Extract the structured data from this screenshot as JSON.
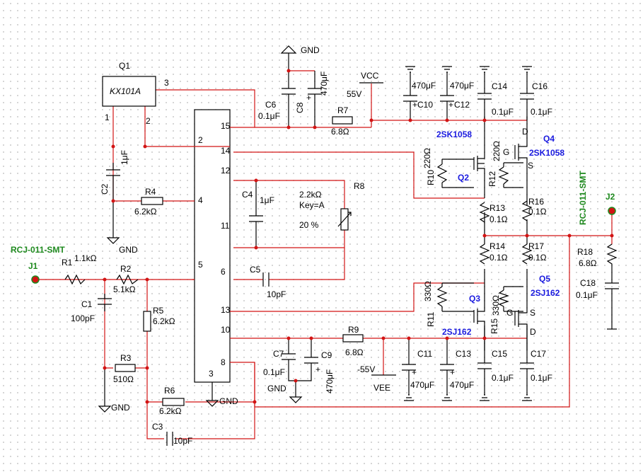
{
  "q1": {
    "ref": "Q1",
    "part": "KX101A",
    "pins": [
      "1",
      "2",
      "3"
    ]
  },
  "u1": {
    "pins": [
      "15",
      "2",
      "14",
      "12",
      "4",
      "11",
      "5",
      "6",
      "13",
      "10",
      "8",
      "3"
    ]
  },
  "c2": {
    "ref": "C2",
    "value": "1μF"
  },
  "r4": {
    "ref": "R4",
    "value": "6.2kΩ"
  },
  "gnd": "GND",
  "j1": {
    "ref": "J1",
    "part": "RCJ-011-SMT"
  },
  "r1": {
    "ref": "R1",
    "value": "1.1kΩ"
  },
  "r2": {
    "ref": "R2",
    "value": "5.1kΩ"
  },
  "c1": {
    "ref": "C1",
    "value": "100pF"
  },
  "r5": {
    "ref": "R5",
    "value": "6.2kΩ"
  },
  "r3": {
    "ref": "R3",
    "value": "510Ω"
  },
  "r6": {
    "ref": "R6",
    "value": "6.2kΩ"
  },
  "c3": {
    "ref": "C3",
    "value": "10pF"
  },
  "c6": {
    "ref": "C6",
    "value": "0.1μF"
  },
  "c8": {
    "ref": "C8",
    "value": "470μF"
  },
  "r7": {
    "ref": "R7",
    "value": "6.8Ω"
  },
  "vcc": {
    "name": "VCC",
    "value": "55V"
  },
  "c10": {
    "ref": "C10",
    "value": "470μF"
  },
  "c12": {
    "ref": "C12",
    "value": "470μF"
  },
  "c14": {
    "ref": "C14",
    "value": "0.1μF"
  },
  "c16": {
    "ref": "C16",
    "value": "0.1μF"
  },
  "c4": {
    "ref": "C4",
    "value": "1μF"
  },
  "r8": {
    "ref": "R8",
    "value": "2.2kΩ",
    "key": "Key=A",
    "setting": "20 %"
  },
  "c5": {
    "ref": "C5",
    "value": "10pF"
  },
  "q2": {
    "ref": "Q2",
    "part": "2SK1058"
  },
  "q4": {
    "ref": "Q4",
    "part": "2SK1058"
  },
  "r10": {
    "ref": "R10",
    "value": "220Ω"
  },
  "r12": {
    "ref": "R12",
    "value": "220Ω"
  },
  "r13": {
    "ref": "R13",
    "value": "0.1Ω"
  },
  "r16": {
    "ref": "R16",
    "value": "0.1Ω"
  },
  "r14": {
    "ref": "R14",
    "value": "0.1Ω"
  },
  "r17": {
    "ref": "R17",
    "value": "0.1Ω"
  },
  "q3": {
    "ref": "Q3",
    "part": "2SJ162"
  },
  "q5": {
    "ref": "Q5",
    "part": "2SJ162"
  },
  "r11": {
    "ref": "R11",
    "value": "330Ω"
  },
  "r15": {
    "ref": "R15",
    "value": "330Ω"
  },
  "pin_letters": {
    "d": "D",
    "g": "G",
    "s": "S"
  },
  "j2": {
    "ref": "J2",
    "part": "RCJ-011-SMT"
  },
  "r18": {
    "ref": "R18",
    "value": "6.8Ω"
  },
  "c18": {
    "ref": "C18",
    "value": "0.1μF"
  },
  "c7": {
    "ref": "C7",
    "value": "0.1μF"
  },
  "c9": {
    "ref": "C9",
    "value": "470μF"
  },
  "r9": {
    "ref": "R9",
    "value": "6.8Ω"
  },
  "vee": {
    "name": "VEE",
    "value": "-55V"
  },
  "c11": {
    "ref": "C11",
    "value": "470μF"
  },
  "c13": {
    "ref": "C13",
    "value": "470μF"
  },
  "c15": {
    "ref": "C15",
    "value": "0.1μF"
  },
  "c17": {
    "ref": "C17",
    "value": "0.1μF"
  },
  "plus": "+"
}
